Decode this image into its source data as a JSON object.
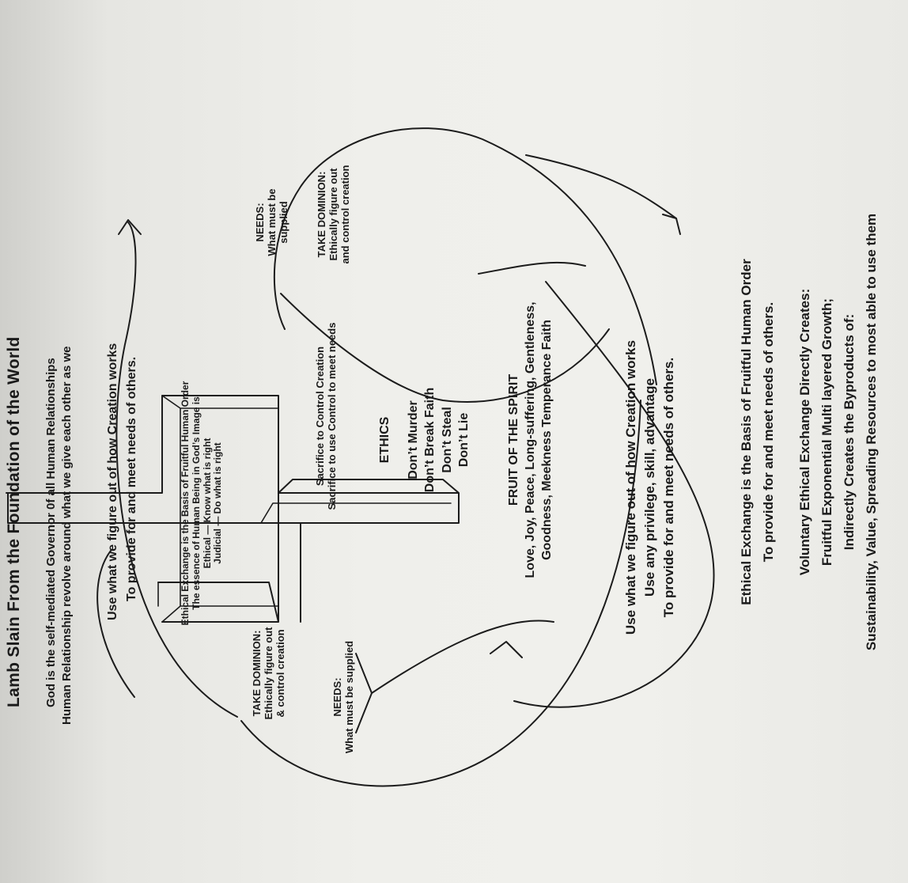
{
  "title": "Lamb Slain From the Foundation of the World",
  "intro": {
    "line1": "God is the self-mediated Governor 0f all Human Relationships",
    "line2": "Human Relationship revolve around what we give each other as we"
  },
  "top_block": {
    "line1": "Use what we figure out of how Creation works",
    "line2": "To provide for and meet needs of others."
  },
  "left_take_dominion": {
    "line1": "TAKE DOMINION:",
    "line2": "Ethically figure out",
    "line3": "& control creation"
  },
  "left_needs": {
    "line1": "NEEDS:",
    "line2": "What must be supplied"
  },
  "right_needs": {
    "line1": "NEEDS:",
    "line2": "What must be",
    "line3": "supplied"
  },
  "right_take_dominion": {
    "line1": "TAKE DOMINION:",
    "line2": "Ethically figure out",
    "line3": "and control creation"
  },
  "cross_upper": {
    "line1": "Ethical Exchange is the Basis of Fruitful Human Order",
    "line2": "The essence of Human Being in God’s Image is",
    "line3": "Ethical — Know what is right",
    "line4": "Judicial — Do what is right"
  },
  "cross_sacrifice": {
    "line1": "Sacrifice to Control Creation",
    "line2": "Sacrifice to use Control to meet needs"
  },
  "ethics": {
    "heading": "ETHICS",
    "items": [
      "Don’t Murder",
      "Don’t Break Faith",
      "Don’t Steal",
      "Don’t Lie"
    ]
  },
  "fruit": {
    "heading": "FRUIT OF THE SPIRIT",
    "line1": "Love, Joy, Peace, Long-suffering, Gentleness,",
    "line2": "Goodness, Meekness Temperance Faith"
  },
  "bottom_block": {
    "line1": "Use what we figure out of how Creation works",
    "line2": "Use any privilege, skill, advantage",
    "line3": "To provide for and meet needs of others."
  },
  "summary": {
    "line1": "Ethical Exchange is the Basis of Fruitful Human Order",
    "line2": "To provide for and meet needs of others.",
    "line3": "Voluntary Ethical Exchange Directly Creates:",
    "line4": "Fruitful Exponential Multi layered Growth;",
    "line5": "Indirectly Creates the Byproducts of:",
    "line6": "Sustainability, Value, Spreading Resources to most able to use them"
  }
}
